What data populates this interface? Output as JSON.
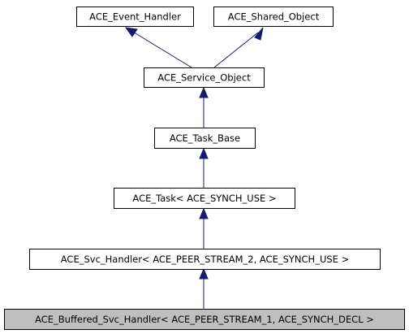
{
  "diagram": {
    "nodes": [
      {
        "id": "event_handler",
        "label": "ACE_Event_Handler",
        "highlighted": false
      },
      {
        "id": "shared_object",
        "label": "ACE_Shared_Object",
        "highlighted": false
      },
      {
        "id": "service_object",
        "label": "ACE_Service_Object",
        "highlighted": false
      },
      {
        "id": "task_base",
        "label": "ACE_Task_Base",
        "highlighted": false
      },
      {
        "id": "task",
        "label": "ACE_Task< ACE_SYNCH_USE >",
        "highlighted": false
      },
      {
        "id": "svc_handler",
        "label": "ACE_Svc_Handler< ACE_PEER_STREAM_2, ACE_SYNCH_USE >",
        "highlighted": false
      },
      {
        "id": "buffered_svc_handler",
        "label": "ACE_Buffered_Svc_Handler< ACE_PEER_STREAM_1, ACE_SYNCH_DECL >",
        "highlighted": true
      }
    ],
    "edges": [
      {
        "from": "service_object",
        "to": "event_handler"
      },
      {
        "from": "service_object",
        "to": "shared_object"
      },
      {
        "from": "task_base",
        "to": "service_object"
      },
      {
        "from": "task",
        "to": "task_base"
      },
      {
        "from": "svc_handler",
        "to": "task"
      },
      {
        "from": "buffered_svc_handler",
        "to": "svc_handler"
      }
    ],
    "colors": {
      "edge": "#191970",
      "highlight_fill": "#bfbfbf",
      "box_fill": "#ffffff",
      "border": "#000000"
    }
  }
}
